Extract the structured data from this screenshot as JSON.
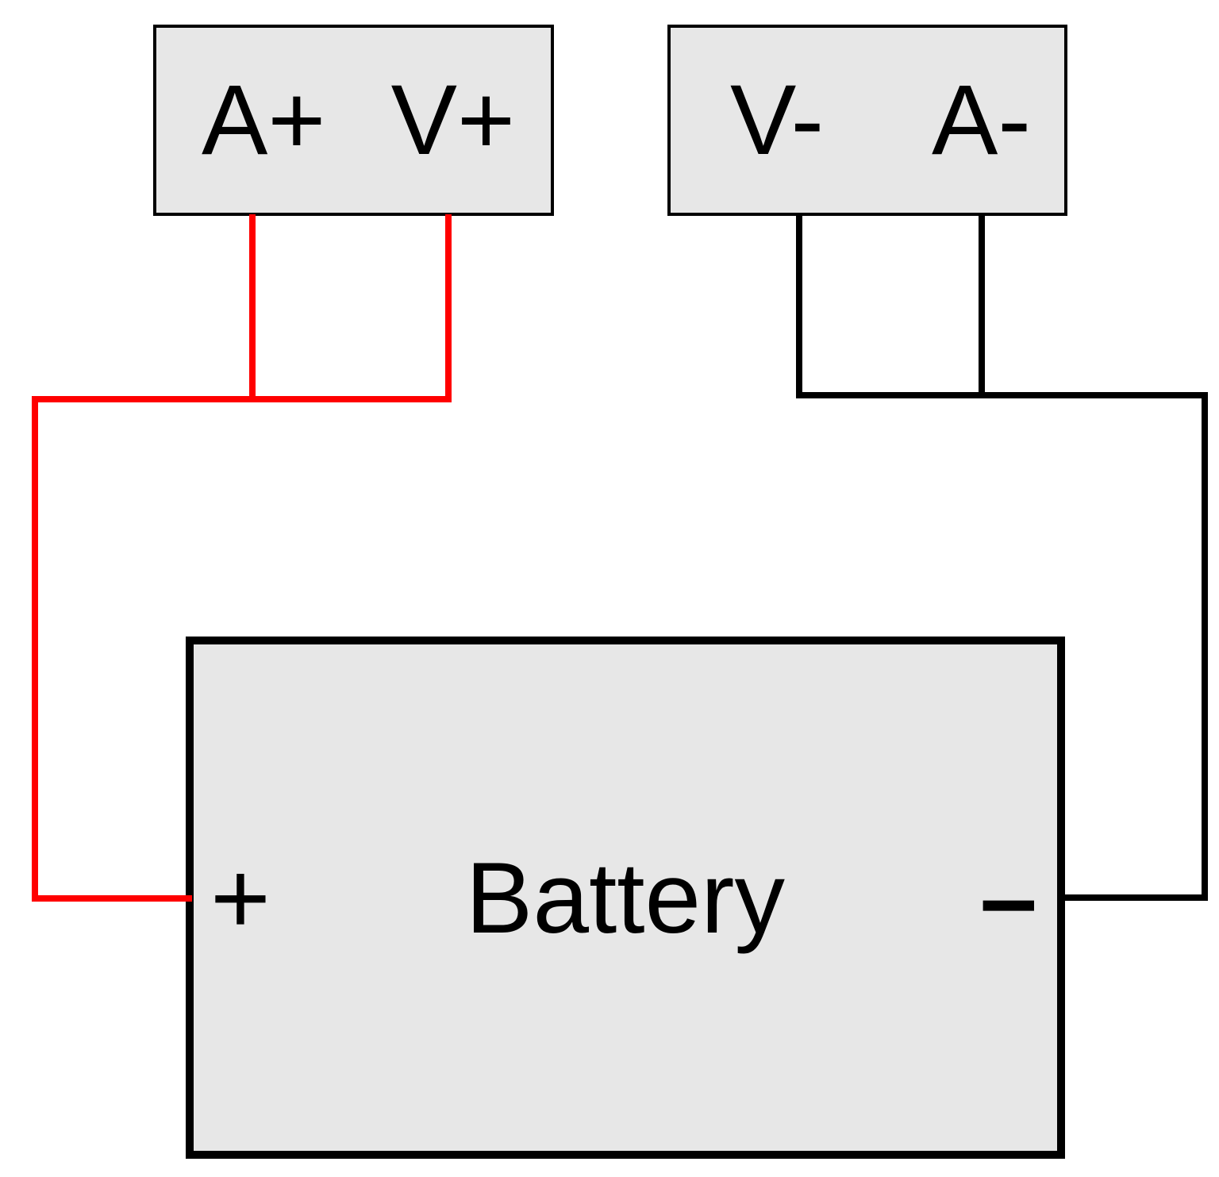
{
  "colors": {
    "positive_wire": "#ff0000",
    "negative_wire": "#000000",
    "block_fill": "#e7e7e7",
    "block_border": "#000000"
  },
  "positive_block": {
    "terminals": [
      "A+",
      "V+"
    ]
  },
  "negative_block": {
    "terminals": [
      "V-",
      "A-"
    ]
  },
  "battery": {
    "plus": "+",
    "name": "Battery",
    "minus": "–"
  }
}
